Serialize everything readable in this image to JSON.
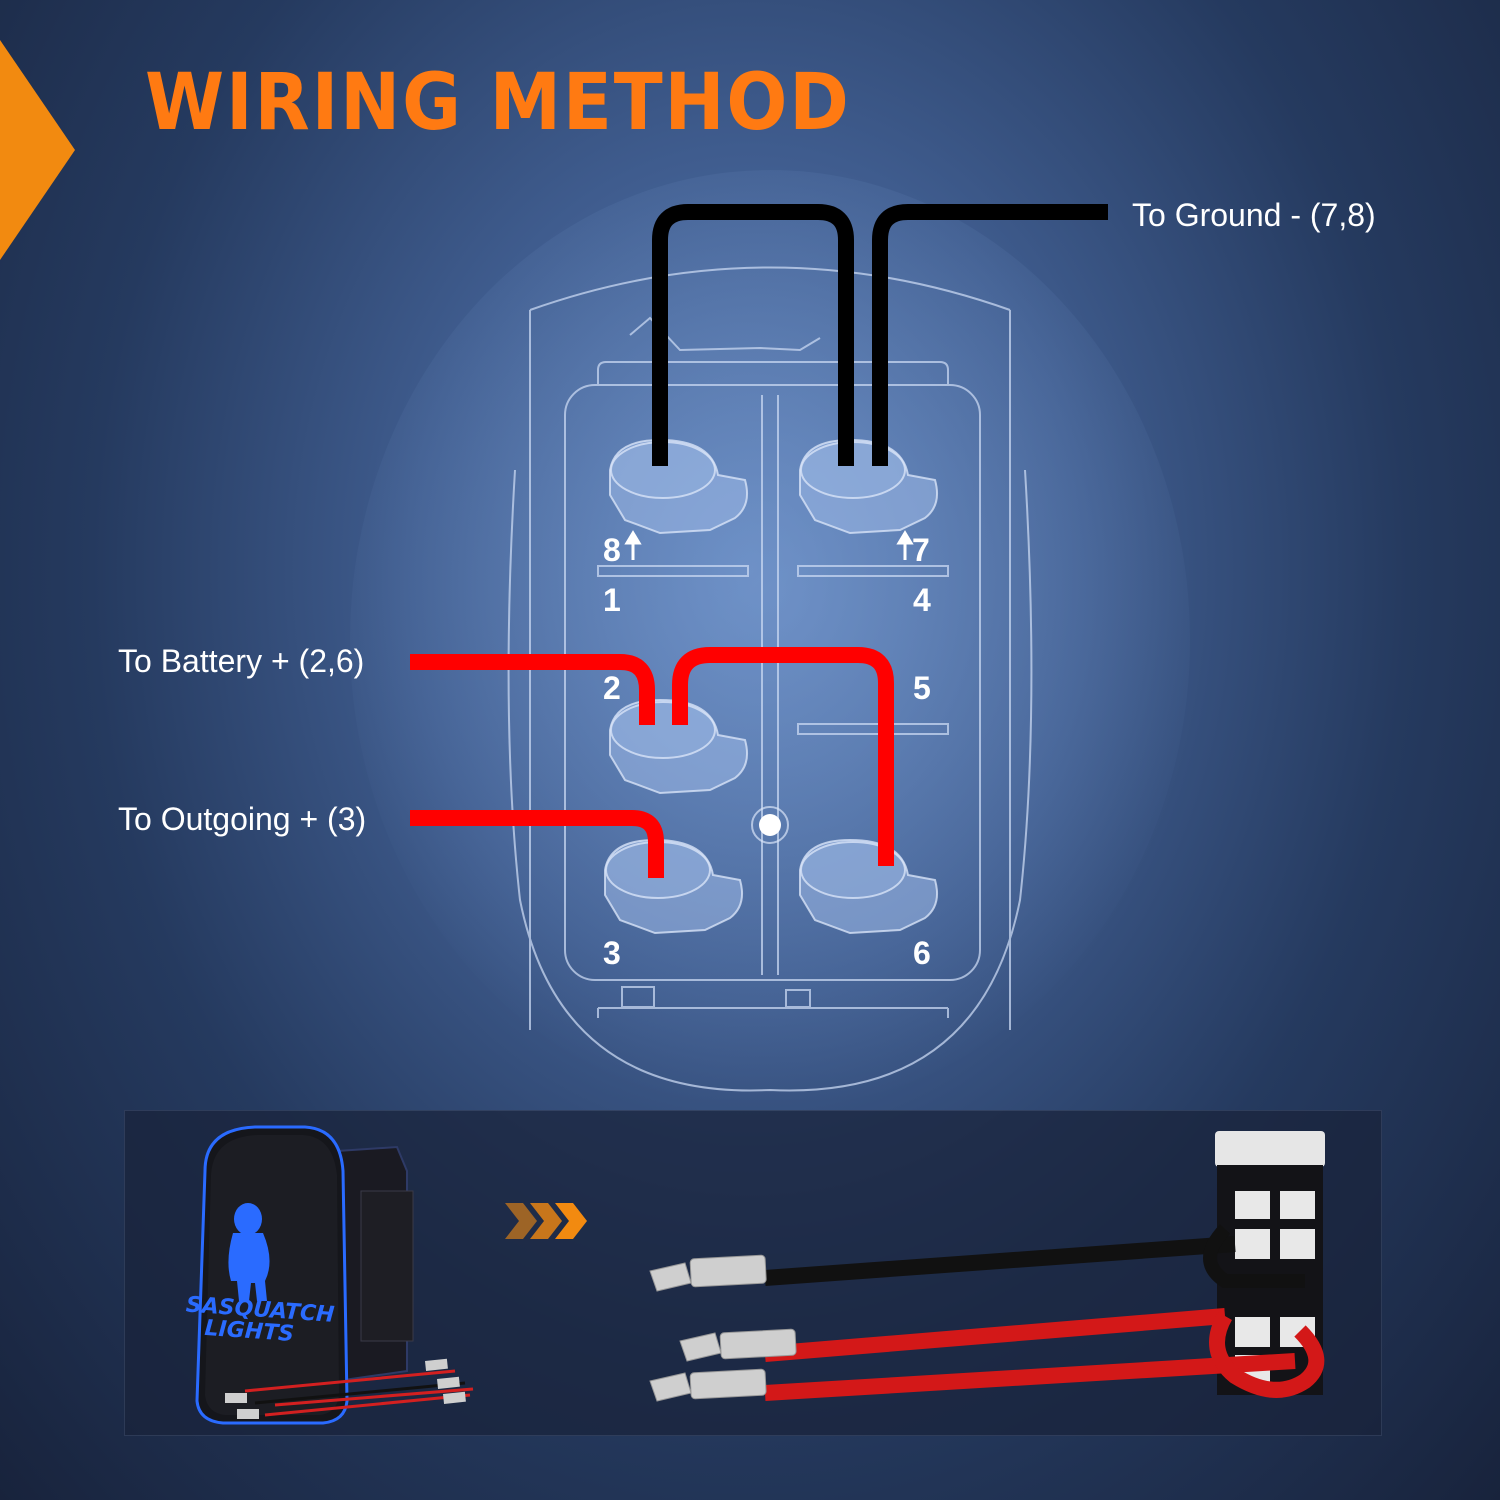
{
  "title": "WIRING METHOD",
  "labels": {
    "ground": "To Ground - (7,8)",
    "battery": "To Battery + (2,6)",
    "outgoing": "To Outgoing + (3)"
  },
  "pins": {
    "p8": "8",
    "p7": "7",
    "p1": "1",
    "p4": "4",
    "p2": "2",
    "p5": "5",
    "p3": "3",
    "p6": "6"
  },
  "switch_text": {
    "line1": "SASQUATCH",
    "line2": "LIGHTS"
  },
  "colors": {
    "title": "#ff7a12",
    "ground_wire": "#000000",
    "power_wire": "#ff0000",
    "switch_led": "#2a6bff"
  },
  "icons": {
    "corner": "orange-chevron-tab",
    "arrows": "orange-triple-chevron-arrow",
    "switch_symbol": "sasquatch-figure-icon"
  }
}
